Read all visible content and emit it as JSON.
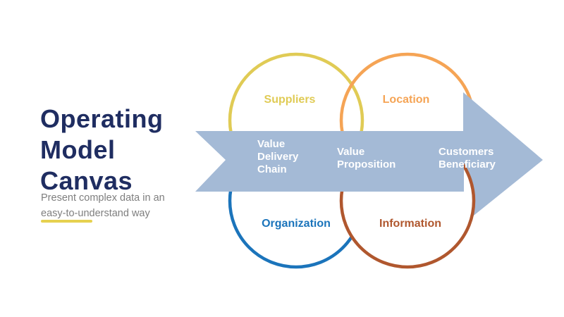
{
  "slide": {
    "title": "Operating Model Canvas",
    "subtitle": "Present complex data in an easy-to-understand way"
  },
  "colors": {
    "title": "#1F2D61",
    "subtitle": "#7E7E7E",
    "divider": "#E6D14F",
    "arrow_fill": "#A4BAD6",
    "arrow_text": "#FFFFFF",
    "background": "#FFFFFF"
  },
  "diagram": {
    "type": "venn-circles-with-arrow",
    "circles": [
      {
        "label": "Suppliers",
        "color": "#E0CB55",
        "position": "top-left"
      },
      {
        "label": "Location",
        "color": "#F5A455",
        "position": "top-right"
      },
      {
        "label": "Organization",
        "color": "#1B74BB",
        "position": "bottom-left"
      },
      {
        "label": "Information",
        "color": "#B0572E",
        "position": "bottom-right"
      }
    ],
    "arrow": {
      "steps": [
        {
          "label": "Value Delivery Chain"
        },
        {
          "label": "Value Proposition"
        },
        {
          "label": "Customers Beneficiary"
        }
      ]
    }
  }
}
